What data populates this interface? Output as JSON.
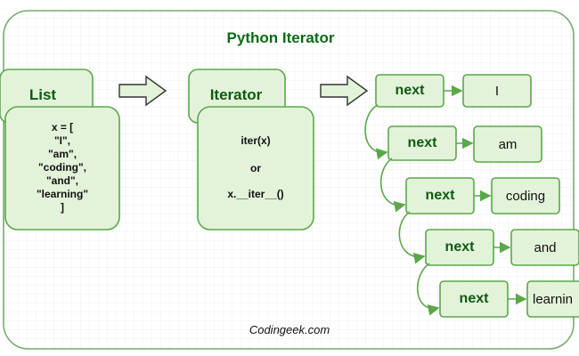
{
  "title": "Python Iterator",
  "footer": "Codingeek.com",
  "list": {
    "title": "List",
    "code_lines": [
      "x = [",
      "\"I\",",
      "\"am\",",
      "\"coding\",",
      "\"and\",",
      "\"learning\"",
      "]"
    ]
  },
  "iterator": {
    "title": "Iterator",
    "line1": "iter(x)",
    "line2": "or",
    "line3": "x.__iter__()"
  },
  "chain": [
    {
      "next": "next",
      "value": "I"
    },
    {
      "next": "next",
      "value": "am"
    },
    {
      "next": "next",
      "value": "coding"
    },
    {
      "next": "next",
      "value": "and"
    },
    {
      "next": "next",
      "value": "learnin"
    }
  ],
  "colors": {
    "box_fill": "#e3f3d9",
    "box_stroke": "#5aa84a",
    "title_green": "#0c6b16",
    "frame_stroke": "#7aa873"
  }
}
